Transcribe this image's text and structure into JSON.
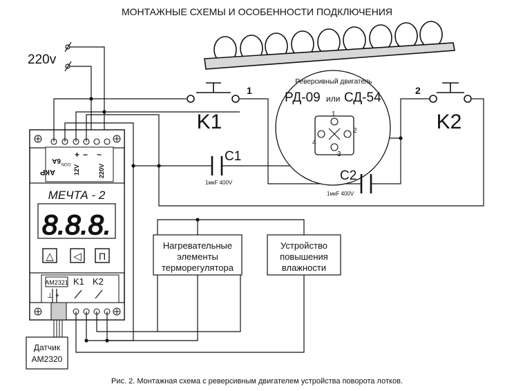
{
  "title": "МОНТАЖНЫЕ СХЕМЫ И ОСОБЕННОСТИ ПОДКЛЮЧЕНИЯ",
  "supply_label": "220v",
  "device": {
    "name": "МЕЧТА - 2",
    "display": "8.8.8.",
    "terminals_top": [
      "6A",
      "+",
      "−",
      "~"
    ],
    "terminal_labels": [
      "АКР",
      "12V",
      "220V"
    ],
    "terminal_small": "DON",
    "buttons": [
      "△",
      "◁",
      "П"
    ],
    "bottom_chip": "AM2321",
    "bottom_k1": "K1",
    "bottom_k2": "K2",
    "bottom_plus": "+",
    "bottom_gnd": "⊥"
  },
  "switch_k1": {
    "label": "K1",
    "number": "1"
  },
  "switch_k2": {
    "label": "K2",
    "number": "2"
  },
  "motor": {
    "title": "Реверсивный двигатель",
    "model_a": "РД-09",
    "model_or": "или",
    "model_b": "СД-54",
    "pins": [
      "1",
      "2",
      "3",
      "4"
    ]
  },
  "cap_c1": {
    "label": "C1",
    "value": "1мкF 400V"
  },
  "cap_c2": {
    "label": "C2",
    "value": "1мкF 400V"
  },
  "heater_box": {
    "lines": [
      "Нагревательные",
      "элементы",
      "терморегулятора"
    ]
  },
  "humid_box": {
    "lines": [
      "Устройство",
      "повышения",
      "влажности"
    ]
  },
  "sensor_box": {
    "lines": [
      "Датчик",
      "AM2320"
    ]
  },
  "caption": "Рис. 2.  Монтажная схема с реверсивным  двигателем устройства поворота лотков."
}
